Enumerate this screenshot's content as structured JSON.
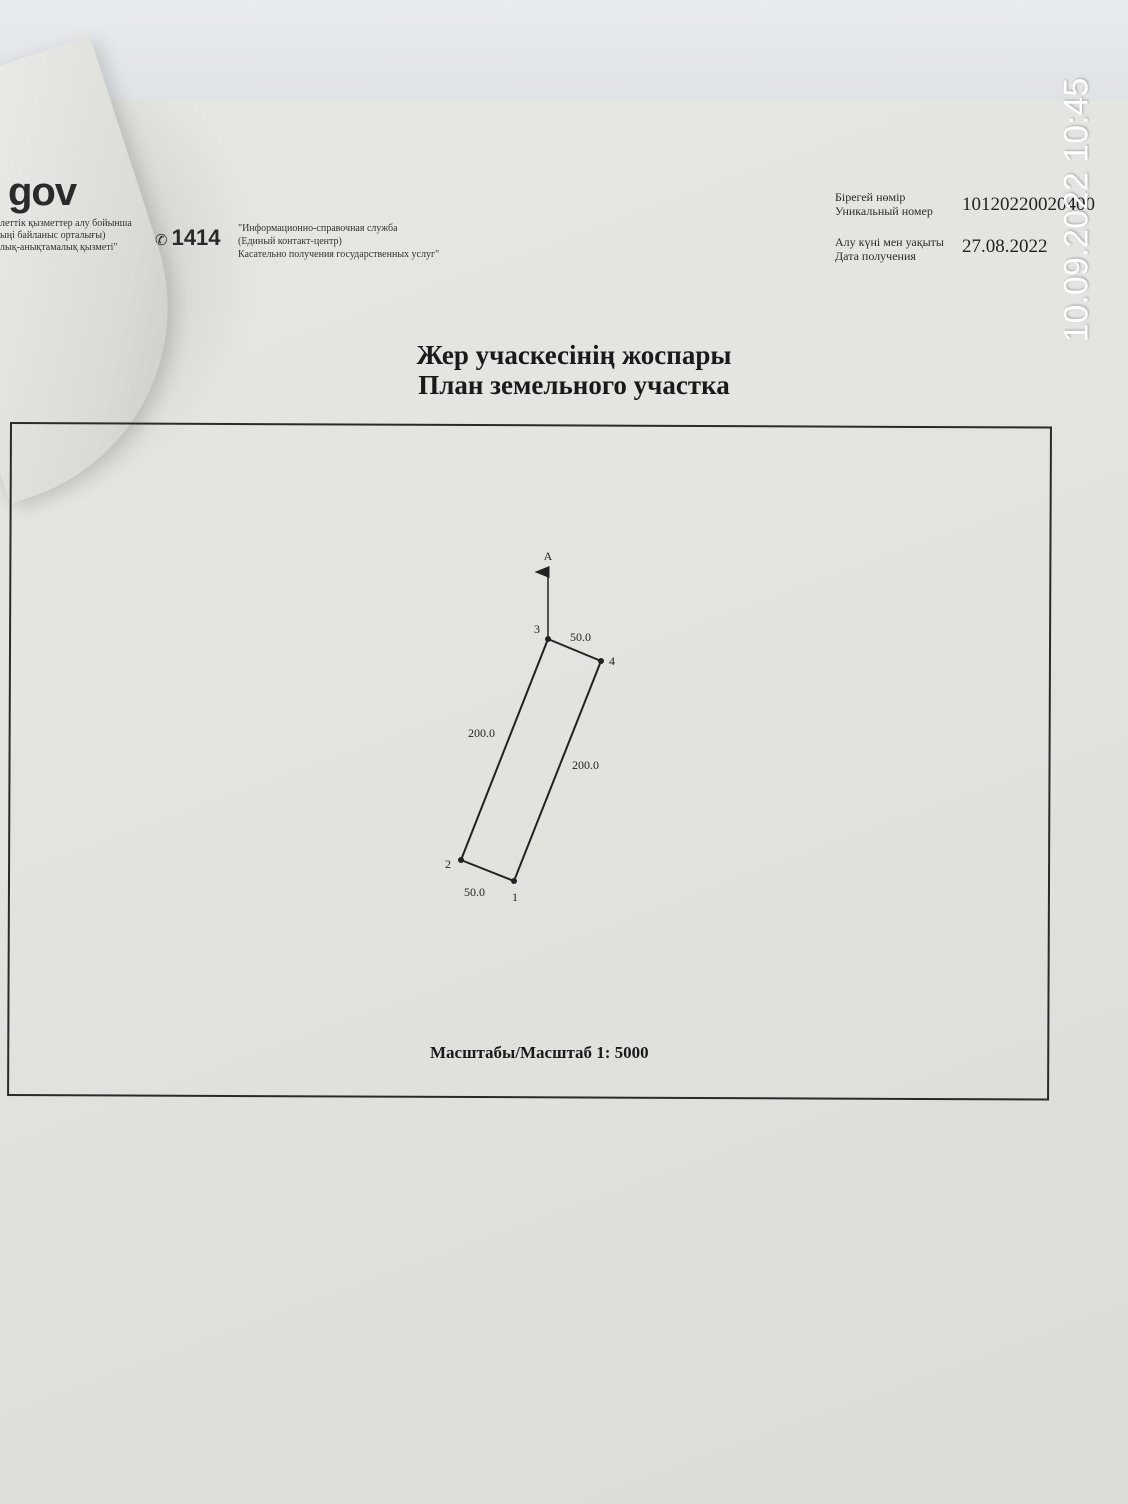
{
  "header": {
    "logo_text": "gov",
    "logo_sub_lines": [
      "леттік қызметтер алу бойынша",
      "ыңі байланыс орталығы)",
      "лық-анықтамалық қызметі\""
    ],
    "phone_number": "1414",
    "phone_icon": "phone-icon",
    "service_lines": [
      "\"Информационно-справочная служба",
      "(Единый контакт-центр)",
      "Касательно получения государственных услуг\""
    ]
  },
  "meta": {
    "unique_label_kz": "Бірегей нөмір",
    "unique_label_ru": "Уникальный номер",
    "unique_value": "10120220020400",
    "date_label_kz": "Алу күні мен уақыты",
    "date_label_ru": "Дата получения",
    "date_value": "27.08.2022"
  },
  "timestamp_stamp": "10.09.2022 10:45",
  "title": {
    "kz": "Жер учаскесінің жоспары",
    "ru": "План земельного участка"
  },
  "plan": {
    "north_label": "А",
    "points": [
      {
        "id": "1",
        "label": "1"
      },
      {
        "id": "2",
        "label": "2"
      },
      {
        "id": "3",
        "label": "3"
      },
      {
        "id": "4",
        "label": "4"
      }
    ],
    "edges": [
      {
        "from": "2",
        "to": "1",
        "length": "50.0"
      },
      {
        "from": "3",
        "to": "4",
        "length": "50.0"
      },
      {
        "from": "2",
        "to": "3",
        "length": "200.0"
      },
      {
        "from": "1",
        "to": "4",
        "length": "200.0"
      }
    ],
    "scale_label": "Масштабы/Масштаб 1: 5000"
  }
}
